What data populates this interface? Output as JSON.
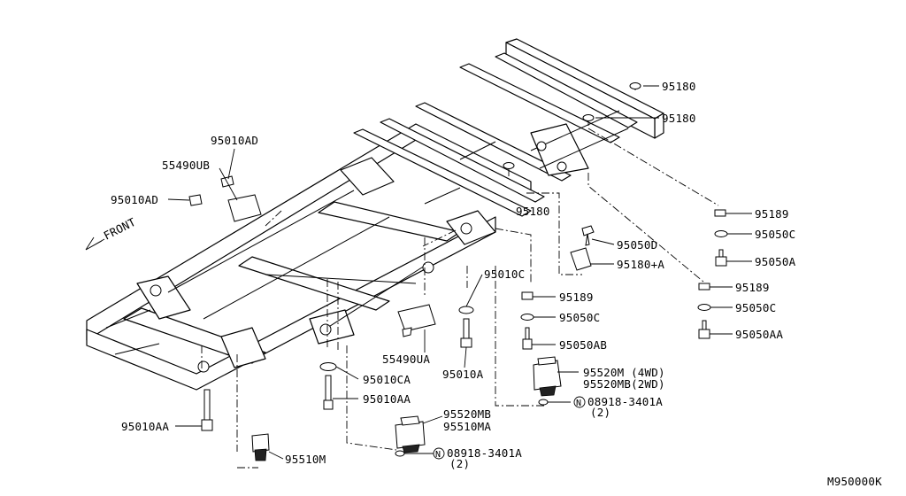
{
  "diagram_code": "M950000K",
  "front_label": "FRONT",
  "labels": {
    "p95010AD_top": "95010AD",
    "p55490UB": "55490UB",
    "p95010AD_left": "95010AD",
    "p95180_a": "95180",
    "p95180_b": "95180",
    "p95180_c": "95180",
    "p95189_r": "95189",
    "p95050C_r": "95050C",
    "p95050A": "95050A",
    "p95050D": "95050D",
    "p95180A": "95180+A",
    "p95189_m": "95189",
    "p95050C_m": "95050C",
    "p95050AB": "95050AB",
    "p95189_rr": "95189",
    "p95050C_rr": "95050C",
    "p95050AA": "95050AA",
    "p95010C": "95010C",
    "p55490UA": "55490UA",
    "p95010A": "95010A",
    "p95010CA": "95010CA",
    "p95010AA_mid": "95010AA",
    "p95010AA_left": "95010AA",
    "p95510M": "95510M",
    "p95520MB": "95520MB",
    "p95510MA": "95510MA",
    "p08918_b": "08918-3401A",
    "p08918_b_qty": "(2)",
    "p95520M": "95520M (4WD)",
    "p95520MB2WD": "95520MB(2WD)",
    "p08918_a": "08918-3401A",
    "p08918_a_qty": "(2)",
    "nut_symbol": "N"
  }
}
